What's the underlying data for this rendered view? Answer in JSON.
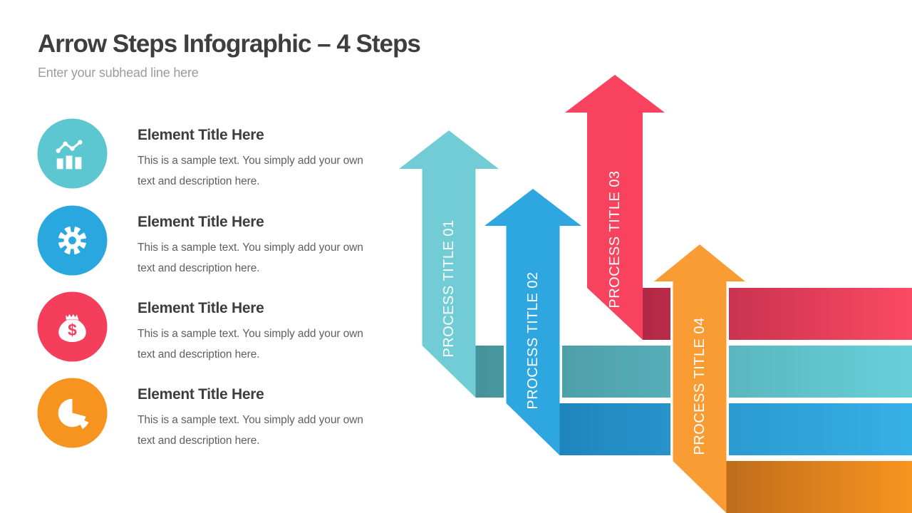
{
  "header": {
    "title": "Arrow Steps Infographic – 4 Steps",
    "subtitle": "Enter your subhead line here"
  },
  "items": [
    {
      "icon": "bar-chart-icon",
      "color": "#5cc7d1",
      "title": "Element Title Here",
      "description": "This is a sample text. You simply add your own text and description here."
    },
    {
      "icon": "gear-icon",
      "color": "#29a8e0",
      "title": "Element Title Here",
      "description": "This is a sample text. You simply add your own text and description here."
    },
    {
      "icon": "money-bag-icon",
      "color": "#f43e5c",
      "title": "Element Title Here",
      "description": "This is a sample text. You simply add your own text and description here."
    },
    {
      "icon": "pie-chart-icon",
      "color": "#f7941f",
      "title": "Element Title Here",
      "description": "This is a sample text. You simply add your own text and description here."
    }
  ],
  "diagram": {
    "arrows": [
      {
        "label": "PROCESS TITLE 01",
        "arrow_color": "#72ccd6",
        "bar_start": "#47939c",
        "bar_end": "#68d0d9"
      },
      {
        "label": "PROCESS TITLE 02",
        "arrow_color": "#2ea7e1",
        "bar_start": "#1f86bd",
        "bar_end": "#37b0e5"
      },
      {
        "label": "PROCESS TITLE 03",
        "arrow_color": "#f9425e",
        "bar_start": "#b22846",
        "bar_end": "#fb4a63"
      },
      {
        "label": "PROCESS TITLE 04",
        "arrow_color": "#f99c33",
        "bar_start": "#be6d1b",
        "bar_end": "#f9941f"
      }
    ]
  }
}
